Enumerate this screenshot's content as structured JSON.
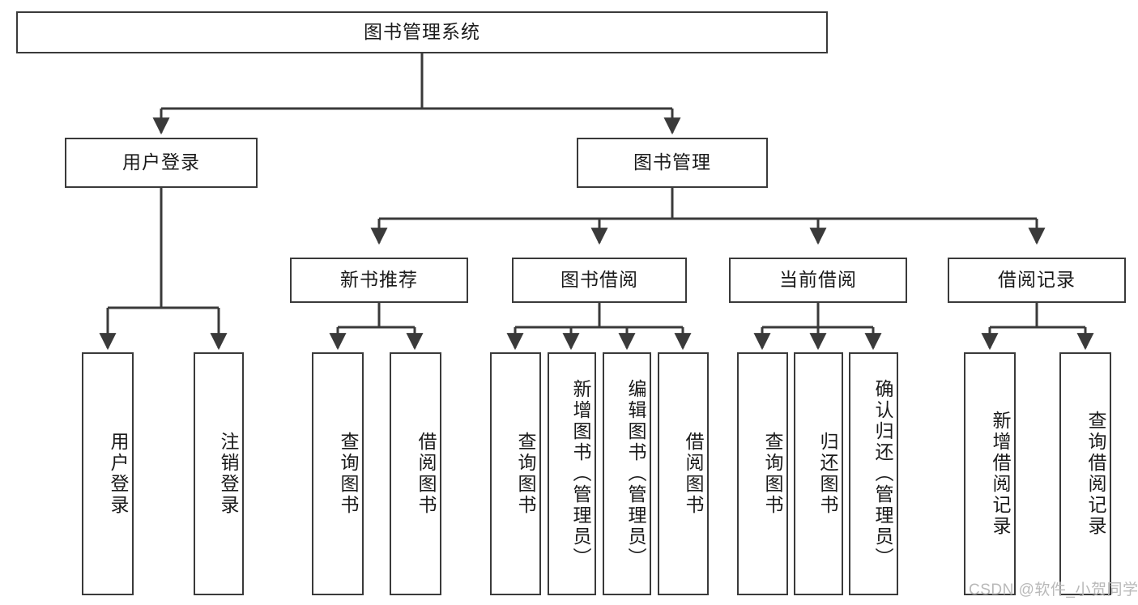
{
  "meta": {
    "title": "图书管理系统 功能结构图",
    "watermark": "CSDN @软件_小贺同学"
  },
  "chart_data": {
    "type": "diagram",
    "diagram_kind": "tree / functional-structure-chart",
    "title": "图书管理系统",
    "orientation": "top-down",
    "levels": 4,
    "nodes": [
      {
        "id": "root",
        "label": "图书管理系统",
        "level": 0,
        "parent": null,
        "text_orientation": "horizontal"
      },
      {
        "id": "login",
        "label": "用户登录",
        "level": 1,
        "parent": "root",
        "text_orientation": "horizontal"
      },
      {
        "id": "bookmgmt",
        "label": "图书管理",
        "level": 1,
        "parent": "root",
        "text_orientation": "horizontal"
      },
      {
        "id": "newrec",
        "label": "新书推荐",
        "level": 2,
        "parent": "bookmgmt",
        "text_orientation": "horizontal"
      },
      {
        "id": "borrow",
        "label": "图书借阅",
        "level": 2,
        "parent": "bookmgmt",
        "text_orientation": "horizontal"
      },
      {
        "id": "current",
        "label": "当前借阅",
        "level": 2,
        "parent": "bookmgmt",
        "text_orientation": "horizontal"
      },
      {
        "id": "records",
        "label": "借阅记录",
        "level": 2,
        "parent": "bookmgmt",
        "text_orientation": "horizontal"
      },
      {
        "id": "l1",
        "label": "用户登录",
        "level": 3,
        "parent": "login",
        "text_orientation": "vertical"
      },
      {
        "id": "l2",
        "label": "注销登录",
        "level": 3,
        "parent": "login",
        "text_orientation": "vertical"
      },
      {
        "id": "n1",
        "label": "查询图书",
        "level": 3,
        "parent": "newrec",
        "text_orientation": "vertical"
      },
      {
        "id": "n2",
        "label": "借阅图书",
        "level": 3,
        "parent": "newrec",
        "text_orientation": "vertical"
      },
      {
        "id": "b1",
        "label": "查询图书",
        "level": 3,
        "parent": "borrow",
        "text_orientation": "vertical"
      },
      {
        "id": "b2",
        "label": "新增图书（管理员）",
        "level": 3,
        "parent": "borrow",
        "text_orientation": "vertical"
      },
      {
        "id": "b3",
        "label": "编辑图书（管理员）",
        "level": 3,
        "parent": "borrow",
        "text_orientation": "vertical"
      },
      {
        "id": "b4",
        "label": "借阅图书",
        "level": 3,
        "parent": "borrow",
        "text_orientation": "vertical"
      },
      {
        "id": "c1",
        "label": "查询图书",
        "level": 3,
        "parent": "current",
        "text_orientation": "vertical"
      },
      {
        "id": "c2",
        "label": "归还图书",
        "level": 3,
        "parent": "current",
        "text_orientation": "vertical"
      },
      {
        "id": "c3",
        "label": "确认归还（管理员）",
        "level": 3,
        "parent": "current",
        "text_orientation": "vertical"
      },
      {
        "id": "r1",
        "label": "新增借阅记录",
        "level": 3,
        "parent": "records",
        "text_orientation": "vertical"
      },
      {
        "id": "r2",
        "label": "查询借阅记录",
        "level": 3,
        "parent": "records",
        "text_orientation": "vertical"
      }
    ],
    "edges": [
      {
        "from": "root",
        "to": "login"
      },
      {
        "from": "root",
        "to": "bookmgmt"
      },
      {
        "from": "bookmgmt",
        "to": "newrec"
      },
      {
        "from": "bookmgmt",
        "to": "borrow"
      },
      {
        "from": "bookmgmt",
        "to": "current"
      },
      {
        "from": "bookmgmt",
        "to": "records"
      },
      {
        "from": "login",
        "to": "l1"
      },
      {
        "from": "login",
        "to": "l2"
      },
      {
        "from": "newrec",
        "to": "n1"
      },
      {
        "from": "newrec",
        "to": "n2"
      },
      {
        "from": "borrow",
        "to": "b1"
      },
      {
        "from": "borrow",
        "to": "b2"
      },
      {
        "from": "borrow",
        "to": "b3"
      },
      {
        "from": "borrow",
        "to": "b4"
      },
      {
        "from": "current",
        "to": "c1"
      },
      {
        "from": "current",
        "to": "c2"
      },
      {
        "from": "current",
        "to": "c3"
      },
      {
        "from": "records",
        "to": "r1"
      },
      {
        "from": "records",
        "to": "r2"
      }
    ],
    "colors": {
      "node_border": "#3a3a3a",
      "node_fill": "#ffffff",
      "edge": "#3a3a3a",
      "text": "#1a1a1a",
      "watermark": "#b9b9b9",
      "background": "#ffffff"
    }
  },
  "nodes": {
    "root": "图书管理系统",
    "login": "用户登录",
    "bookmgmt": "图书管理",
    "newrec": "新书推荐",
    "borrow": "图书借阅",
    "current": "当前借阅",
    "records": "借阅记录",
    "l1": "用户登录",
    "l2": "注销登录",
    "n1": "查询图书",
    "n2": "借阅图书",
    "b1": "查询图书",
    "b2": "新增图书（管理员）",
    "b3": "编辑图书（管理员）",
    "b4": "借阅图书",
    "c1": "查询图书",
    "c2": "归还图书",
    "c3": "确认归还（管理员）",
    "r1": "新增借阅记录",
    "r2": "查询借阅记录"
  }
}
